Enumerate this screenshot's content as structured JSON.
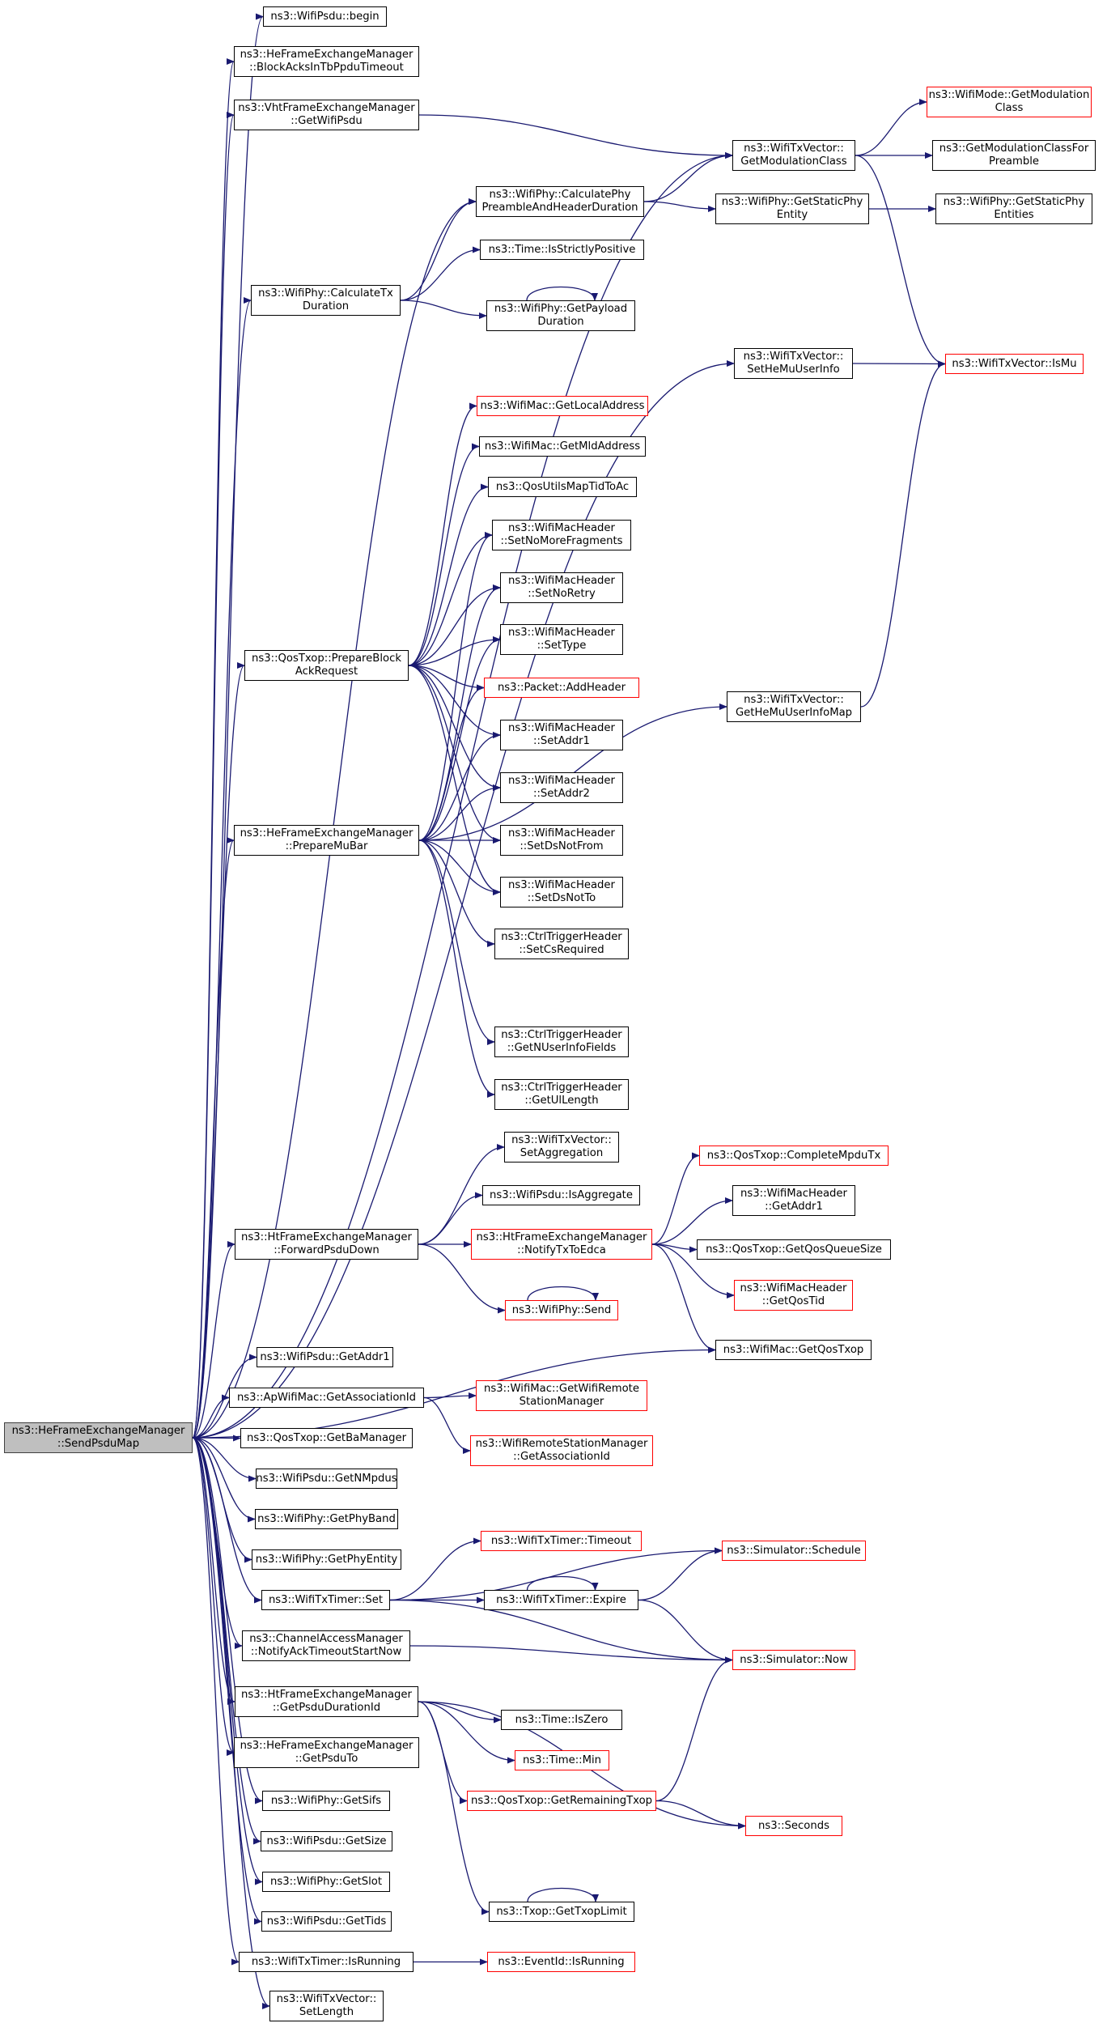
{
  "colors": {
    "edge": "#191970",
    "node_border": "#000000",
    "external_border": "#ff0000",
    "root_fill": "#bfbfbf"
  },
  "nodes": [
    {
      "id": "root",
      "label": "ns3::HeFrameExchangeManager\n::SendPsduMap",
      "style": "root"
    },
    {
      "id": "wifipsdu_begin",
      "label": "ns3::WifiPsdu::begin",
      "style": "normal"
    },
    {
      "id": "blockacks_tb",
      "label": "ns3::HeFrameExchangeManager\n::BlockAcksInTbPpduTimeout",
      "style": "normal"
    },
    {
      "id": "vht_getwifipsdu",
      "label": "ns3::VhtFrameExchangeManager\n::GetWifiPsdu",
      "style": "normal"
    },
    {
      "id": "txv_getmodclass",
      "label": "ns3::WifiTxVector::\nGetModulationClass",
      "style": "normal"
    },
    {
      "id": "wifimode_getmod",
      "label": "ns3::WifiMode::GetModulation\nClass",
      "style": "external"
    },
    {
      "id": "getmodclass_pre",
      "label": "ns3::GetModulationClassFor\nPreamble",
      "style": "normal"
    },
    {
      "id": "calc_preamble",
      "label": "ns3::WifiPhy::CalculatePhy\nPreambleAndHeaderDuration",
      "style": "normal"
    },
    {
      "id": "getstaticphyentity",
      "label": "ns3::WifiPhy::GetStaticPhy\nEntity",
      "style": "normal"
    },
    {
      "id": "getstaticphyentities",
      "label": "ns3::WifiPhy::GetStaticPhy\nEntities",
      "style": "normal"
    },
    {
      "id": "isstrictlypositive",
      "label": "ns3::Time::IsStrictlyPositive",
      "style": "normal"
    },
    {
      "id": "calc_txduration",
      "label": "ns3::WifiPhy::CalculateTx\nDuration",
      "style": "normal"
    },
    {
      "id": "getpayloadduration",
      "label": "ns3::WifiPhy::GetPayload\nDuration",
      "style": "normal"
    },
    {
      "id": "sethemuuserinfo",
      "label": "ns3::WifiTxVector::\nSetHeMuUserInfo",
      "style": "normal"
    },
    {
      "id": "txv_ismu",
      "label": "ns3::WifiTxVector::IsMu",
      "style": "external"
    },
    {
      "id": "getlocaladdress",
      "label": "ns3::WifiMac::GetLocalAddress",
      "style": "external"
    },
    {
      "id": "getmldaddress",
      "label": "ns3::WifiMac::GetMldAddress",
      "style": "normal"
    },
    {
      "id": "qosutilsmaptid",
      "label": "ns3::QosUtilsMapTidToAc",
      "style": "normal"
    },
    {
      "id": "setnomorefragments",
      "label": "ns3::WifiMacHeader\n::SetNoMoreFragments",
      "style": "normal"
    },
    {
      "id": "setnoretry",
      "label": "ns3::WifiMacHeader\n::SetNoRetry",
      "style": "normal"
    },
    {
      "id": "settype",
      "label": "ns3::WifiMacHeader\n::SetType",
      "style": "normal"
    },
    {
      "id": "preparebar",
      "label": "ns3::QosTxop::PrepareBlock\nAckRequest",
      "style": "normal"
    },
    {
      "id": "addheader",
      "label": "ns3::Packet::AddHeader",
      "style": "external"
    },
    {
      "id": "gethemuuserinfomap",
      "label": "ns3::WifiTxVector::\nGetHeMuUserInfoMap",
      "style": "normal"
    },
    {
      "id": "setaddr1",
      "label": "ns3::WifiMacHeader\n::SetAddr1",
      "style": "normal"
    },
    {
      "id": "setaddr2",
      "label": "ns3::WifiMacHeader\n::SetAddr2",
      "style": "normal"
    },
    {
      "id": "preparemubar",
      "label": "ns3::HeFrameExchangeManager\n::PrepareMuBar",
      "style": "normal"
    },
    {
      "id": "setdsnotfrom",
      "label": "ns3::WifiMacHeader\n::SetDsNotFrom",
      "style": "normal"
    },
    {
      "id": "setdsnotto",
      "label": "ns3::WifiMacHeader\n::SetDsNotTo",
      "style": "normal"
    },
    {
      "id": "setcsrequired",
      "label": "ns3::CtrlTriggerHeader\n::SetCsRequired",
      "style": "normal"
    },
    {
      "id": "getnuserinfofields",
      "label": "ns3::CtrlTriggerHeader\n::GetNUserInfoFields",
      "style": "normal"
    },
    {
      "id": "getullength",
      "label": "ns3::CtrlTriggerHeader\n::GetUlLength",
      "style": "normal"
    },
    {
      "id": "setaggregation",
      "label": "ns3::WifiTxVector::\nSetAggregation",
      "style": "normal"
    },
    {
      "id": "completempdutx",
      "label": "ns3::QosTxop::CompleteMpduTx",
      "style": "external"
    },
    {
      "id": "isaggregate",
      "label": "ns3::WifiPsdu::IsAggregate",
      "style": "normal"
    },
    {
      "id": "mach_getaddr1",
      "label": "ns3::WifiMacHeader\n::GetAddr1",
      "style": "normal"
    },
    {
      "id": "forwardpsdudown",
      "label": "ns3::HtFrameExchangeManager\n::ForwardPsduDown",
      "style": "normal"
    },
    {
      "id": "notifytxtoedca",
      "label": "ns3::HtFrameExchangeManager\n::NotifyTxToEdca",
      "style": "external"
    },
    {
      "id": "getqosqueuesize",
      "label": "ns3::QosTxop::GetQosQueueSize",
      "style": "normal"
    },
    {
      "id": "getqostid",
      "label": "ns3::WifiMacHeader\n::GetQosTid",
      "style": "external"
    },
    {
      "id": "wifiphy_send",
      "label": "ns3::WifiPhy::Send",
      "style": "external"
    },
    {
      "id": "getqostxop",
      "label": "ns3::WifiMac::GetQosTxop",
      "style": "normal"
    },
    {
      "id": "psdu_getaddr1",
      "label": "ns3::WifiPsdu::GetAddr1",
      "style": "normal"
    },
    {
      "id": "getassociationid",
      "label": "ns3::ApWifiMac::GetAssociationId",
      "style": "normal"
    },
    {
      "id": "getwifiremote",
      "label": "ns3::WifiMac::GetWifiRemote\nStationManager",
      "style": "external"
    },
    {
      "id": "wrsm_getassocid",
      "label": "ns3::WifiRemoteStationManager\n::GetAssociationId",
      "style": "external"
    },
    {
      "id": "getbamanager",
      "label": "ns3::QosTxop::GetBaManager",
      "style": "normal"
    },
    {
      "id": "getnmpdus",
      "label": "ns3::WifiPsdu::GetNMpdus",
      "style": "normal"
    },
    {
      "id": "getphyband",
      "label": "ns3::WifiPhy::GetPhyBand",
      "style": "normal"
    },
    {
      "id": "getphyentity",
      "label": "ns3::WifiPhy::GetPhyEntity",
      "style": "normal"
    },
    {
      "id": "timer_timeout",
      "label": "ns3::WifiTxTimer::Timeout",
      "style": "external"
    },
    {
      "id": "sim_schedule",
      "label": "ns3::Simulator::Schedule",
      "style": "external"
    },
    {
      "id": "timer_set",
      "label": "ns3::WifiTxTimer::Set",
      "style": "normal"
    },
    {
      "id": "timer_expire",
      "label": "ns3::WifiTxTimer::Expire",
      "style": "normal"
    },
    {
      "id": "cam_notifyack",
      "label": "ns3::ChannelAccessManager\n::NotifyAckTimeoutStartNow",
      "style": "normal"
    },
    {
      "id": "sim_now",
      "label": "ns3::Simulator::Now",
      "style": "external"
    },
    {
      "id": "getpsdudurationid",
      "label": "ns3::HtFrameExchangeManager\n::GetPsduDurationId",
      "style": "normal"
    },
    {
      "id": "time_iszero",
      "label": "ns3::Time::IsZero",
      "style": "normal"
    },
    {
      "id": "getpsduto",
      "label": "ns3::HeFrameExchangeManager\n::GetPsduTo",
      "style": "normal"
    },
    {
      "id": "time_min",
      "label": "ns3::Time::Min",
      "style": "external"
    },
    {
      "id": "getsifs",
      "label": "ns3::WifiPhy::GetSifs",
      "style": "normal"
    },
    {
      "id": "getremainingtxop",
      "label": "ns3::QosTxop::GetRemainingTxop",
      "style": "external"
    },
    {
      "id": "getsize",
      "label": "ns3::WifiPsdu::GetSize",
      "style": "normal"
    },
    {
      "id": "seconds",
      "label": "ns3::Seconds",
      "style": "external"
    },
    {
      "id": "getslot",
      "label": "ns3::WifiPhy::GetSlot",
      "style": "normal"
    },
    {
      "id": "gettxoplimit",
      "label": "ns3::Txop::GetTxopLimit",
      "style": "normal"
    },
    {
      "id": "gettids",
      "label": "ns3::WifiPsdu::GetTids",
      "style": "normal"
    },
    {
      "id": "timer_isrunning",
      "label": "ns3::WifiTxTimer::IsRunning",
      "style": "normal"
    },
    {
      "id": "eventid_isrunning",
      "label": "ns3::EventId::IsRunning",
      "style": "external"
    },
    {
      "id": "setlength",
      "label": "ns3::WifiTxVector::\nSetLength",
      "style": "normal"
    }
  ],
  "edges": [
    [
      "root",
      "wifipsdu_begin"
    ],
    [
      "root",
      "blockacks_tb"
    ],
    [
      "root",
      "vht_getwifipsdu"
    ],
    [
      "root",
      "txv_getmodclass"
    ],
    [
      "root",
      "calc_preamble"
    ],
    [
      "root",
      "calc_txduration"
    ],
    [
      "root",
      "sethemuuserinfo"
    ],
    [
      "root",
      "preparebar"
    ],
    [
      "root",
      "preparemubar"
    ],
    [
      "root",
      "forwardpsdudown"
    ],
    [
      "root",
      "getqostxop"
    ],
    [
      "root",
      "psdu_getaddr1"
    ],
    [
      "root",
      "getassociationid"
    ],
    [
      "root",
      "getbamanager"
    ],
    [
      "root",
      "getnmpdus"
    ],
    [
      "root",
      "getphyband"
    ],
    [
      "root",
      "getphyentity"
    ],
    [
      "root",
      "timer_set"
    ],
    [
      "root",
      "cam_notifyack"
    ],
    [
      "root",
      "getpsdudurationid"
    ],
    [
      "root",
      "getpsduto"
    ],
    [
      "root",
      "getsifs"
    ],
    [
      "root",
      "getsize"
    ],
    [
      "root",
      "getslot"
    ],
    [
      "root",
      "gettids"
    ],
    [
      "root",
      "timer_isrunning"
    ],
    [
      "root",
      "setlength"
    ],
    [
      "vht_getwifipsdu",
      "txv_getmodclass"
    ],
    [
      "txv_getmodclass",
      "wifimode_getmod"
    ],
    [
      "txv_getmodclass",
      "getmodclass_pre"
    ],
    [
      "txv_getmodclass",
      "txv_ismu"
    ],
    [
      "calc_preamble",
      "txv_getmodclass"
    ],
    [
      "calc_preamble",
      "getstaticphyentity"
    ],
    [
      "getstaticphyentity",
      "getstaticphyentities"
    ],
    [
      "calc_txduration",
      "calc_preamble"
    ],
    [
      "calc_txduration",
      "isstrictlypositive"
    ],
    [
      "calc_txduration",
      "getpayloadduration"
    ],
    [
      "getpayloadduration",
      "getpayloadduration"
    ],
    [
      "sethemuuserinfo",
      "txv_ismu"
    ],
    [
      "gethemuuserinfomap",
      "txv_ismu"
    ],
    [
      "preparebar",
      "getlocaladdress"
    ],
    [
      "preparebar",
      "getmldaddress"
    ],
    [
      "preparebar",
      "qosutilsmaptid"
    ],
    [
      "preparebar",
      "setnomorefragments"
    ],
    [
      "preparebar",
      "setnoretry"
    ],
    [
      "preparebar",
      "settype"
    ],
    [
      "preparebar",
      "addheader"
    ],
    [
      "preparebar",
      "setaddr1"
    ],
    [
      "preparebar",
      "setaddr2"
    ],
    [
      "preparebar",
      "setdsnotfrom"
    ],
    [
      "preparebar",
      "setdsnotto"
    ],
    [
      "preparemubar",
      "setnomorefragments"
    ],
    [
      "preparemubar",
      "setnoretry"
    ],
    [
      "preparemubar",
      "settype"
    ],
    [
      "preparemubar",
      "addheader"
    ],
    [
      "preparemubar",
      "setaddr1"
    ],
    [
      "preparemubar",
      "setaddr2"
    ],
    [
      "preparemubar",
      "setdsnotfrom"
    ],
    [
      "preparemubar",
      "setdsnotto"
    ],
    [
      "preparemubar",
      "setcsrequired"
    ],
    [
      "preparemubar",
      "getnuserinfofields"
    ],
    [
      "preparemubar",
      "getullength"
    ],
    [
      "preparemubar",
      "gethemuuserinfomap"
    ],
    [
      "forwardpsdudown",
      "setaggregation"
    ],
    [
      "forwardpsdudown",
      "isaggregate"
    ],
    [
      "forwardpsdudown",
      "notifytxtoedca"
    ],
    [
      "forwardpsdudown",
      "wifiphy_send"
    ],
    [
      "notifytxtoedca",
      "completempdutx"
    ],
    [
      "notifytxtoedca",
      "mach_getaddr1"
    ],
    [
      "notifytxtoedca",
      "getqosqueuesize"
    ],
    [
      "notifytxtoedca",
      "getqostid"
    ],
    [
      "notifytxtoedca",
      "getqostxop"
    ],
    [
      "wifiphy_send",
      "wifiphy_send"
    ],
    [
      "getassociationid",
      "getwifiremote"
    ],
    [
      "getassociationid",
      "wrsm_getassocid"
    ],
    [
      "timer_set",
      "timer_timeout"
    ],
    [
      "timer_set",
      "sim_schedule"
    ],
    [
      "timer_set",
      "timer_expire"
    ],
    [
      "timer_set",
      "sim_now"
    ],
    [
      "timer_expire",
      "timer_expire"
    ],
    [
      "timer_expire",
      "sim_schedule"
    ],
    [
      "timer_expire",
      "sim_now"
    ],
    [
      "cam_notifyack",
      "sim_now"
    ],
    [
      "getpsdudurationid",
      "time_iszero"
    ],
    [
      "getpsdudurationid",
      "time_min"
    ],
    [
      "getpsdudurationid",
      "getremainingtxop"
    ],
    [
      "getpsdudurationid",
      "seconds"
    ],
    [
      "getpsdudurationid",
      "gettxoplimit"
    ],
    [
      "getremainingtxop",
      "sim_now"
    ],
    [
      "getremainingtxop",
      "seconds"
    ],
    [
      "gettxoplimit",
      "gettxoplimit"
    ],
    [
      "timer_isrunning",
      "eventid_isrunning"
    ]
  ]
}
